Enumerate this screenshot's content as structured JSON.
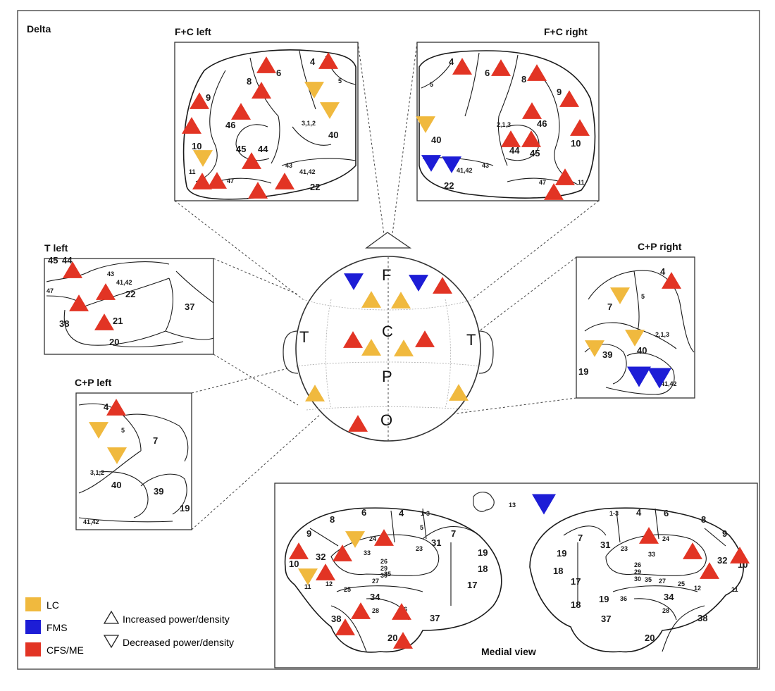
{
  "figure": {
    "band": "Delta",
    "panels": {
      "fc_left": "F+C left",
      "fc_right": "F+C right",
      "t_left": "T left",
      "cp_left": "C+P left",
      "cp_right": "C+P right",
      "medial": "Medial view"
    },
    "head_labels": {
      "front": "F",
      "central": "C",
      "parietal": "P",
      "occipital": "O",
      "temporal_left": "T",
      "temporal_right": "T"
    },
    "areas": {
      "fc_left": [
        "4",
        "5",
        "6",
        "8",
        "9",
        "46",
        "10",
        "45",
        "44",
        "3,1,2",
        "40",
        "11",
        "47",
        "43",
        "41,42",
        "22"
      ],
      "fc_right": [
        "4",
        "6",
        "8",
        "5",
        "9",
        "2,1,3",
        "46",
        "40",
        "44",
        "45",
        "10",
        "41,42",
        "43",
        "22",
        "47",
        "11"
      ],
      "t_left": [
        "45",
        "44",
        "43",
        "41,42",
        "47",
        "22",
        "37",
        "38",
        "21",
        "20"
      ],
      "cp_left": [
        "4",
        "5",
        "7",
        "3,1,2",
        "40",
        "39",
        "19",
        "41,42"
      ],
      "cp_right": [
        "4",
        "5",
        "7",
        "2,1,3",
        "39",
        "40",
        "19",
        "41,42"
      ],
      "medial_left": [
        "6",
        "4",
        "1-3",
        "8",
        "5",
        "7",
        "9",
        "24",
        "31",
        "23",
        "33",
        "32",
        "10",
        "26",
        "29",
        "30",
        "25",
        "12",
        "27",
        "35",
        "19",
        "18",
        "17",
        "11",
        "34",
        "28",
        "36",
        "38",
        "37",
        "20"
      ],
      "medial_right": [
        "4",
        "6",
        "1-3",
        "8",
        "9",
        "7",
        "24",
        "31",
        "23",
        "33",
        "32",
        "10",
        "19",
        "18",
        "26",
        "29",
        "30",
        "17",
        "25",
        "35",
        "27",
        "12",
        "11",
        "18",
        "19",
        "34",
        "36",
        "28",
        "37",
        "38",
        "20"
      ],
      "insula": "13"
    },
    "legend": {
      "groups": [
        {
          "label": "LC",
          "color": "#f0b93e"
        },
        {
          "label": "FMS",
          "color": "#1d1dd6"
        },
        {
          "label": "CFS/ME",
          "color": "#e23424"
        }
      ],
      "increased": "Increased power/density",
      "decreased": "Decreased power/density"
    }
  }
}
